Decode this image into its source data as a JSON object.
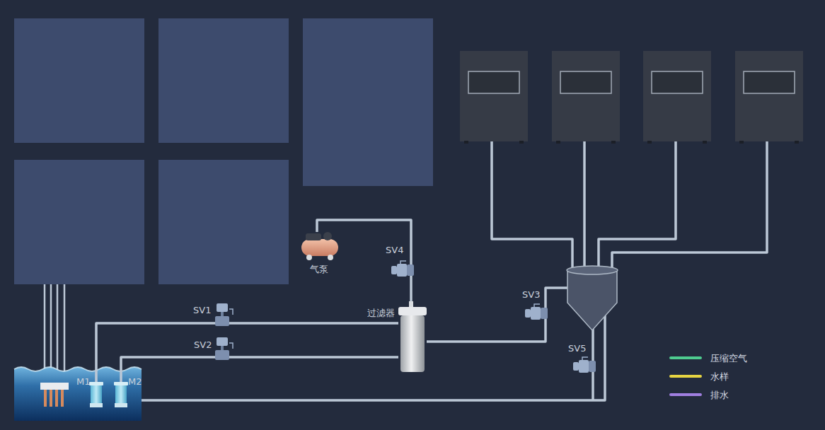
{
  "diagram": {
    "nodes": [
      {
        "text": [
          "气泵"
        ]
      },
      {
        "text": [
          "SV4"
        ]
      },
      {
        "text": [
          "SV1"
        ]
      },
      {
        "text": [
          "SV2"
        ]
      },
      {
        "text": [
          "过滤器"
        ]
      },
      {
        "text": [
          "SV3"
        ]
      },
      {
        "text": [
          "SV5"
        ]
      },
      {
        "text": [
          "M1"
        ]
      },
      {
        "text": [
          "M2"
        ]
      }
    ],
    "edges": [
      {
        "from": 0,
        "to": 1,
        "arrow": "none"
      },
      {
        "from": 1,
        "to": 4,
        "arrow": "none"
      },
      {
        "from": 7,
        "to": 2,
        "arrow": "none"
      },
      {
        "from": 2,
        "to": 4,
        "arrow": "none"
      },
      {
        "from": 8,
        "to": 3,
        "arrow": "none"
      },
      {
        "from": 3,
        "to": 4,
        "arrow": "none"
      },
      {
        "from": 4,
        "to": 5,
        "arrow": "none"
      }
    ],
    "legend": [
      {
        "text": "压缩空气",
        "color": "#4ecb8f"
      },
      {
        "text": "水样",
        "color": "#e6d442"
      },
      {
        "text": "排水",
        "color": "#a07fe0"
      }
    ]
  }
}
